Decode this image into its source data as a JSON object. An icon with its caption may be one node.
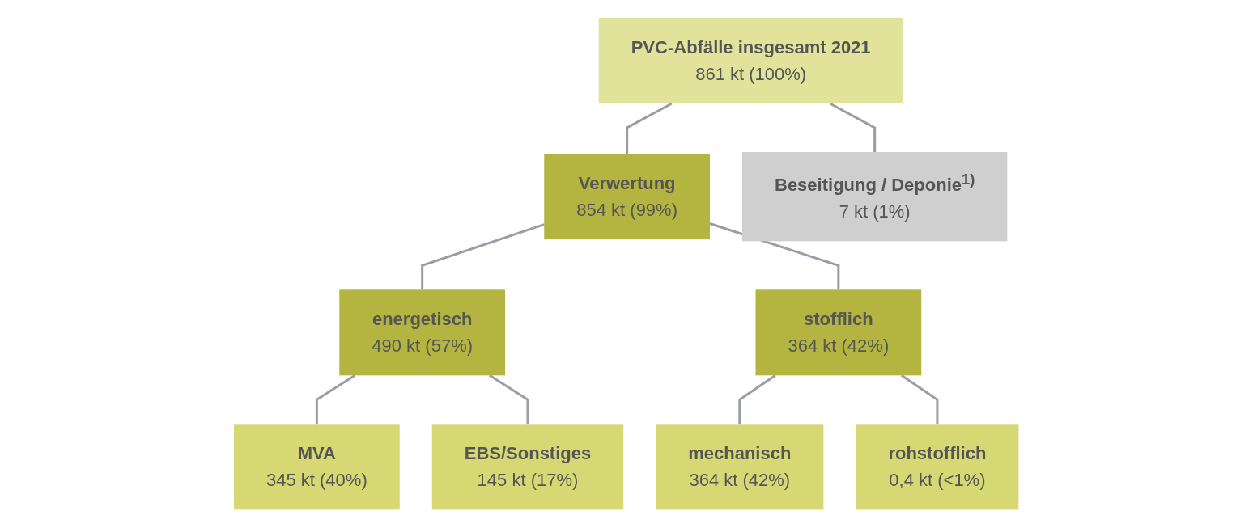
{
  "diagram": {
    "nodes": [
      {
        "text": [
          "PVC-Abfälle insgesamt 2021",
          "861 kt (100%)"
        ]
      },
      {
        "text": [
          "Verwertung",
          "854 kt (99%)"
        ]
      },
      {
        "text": [
          "Beseitigung / Deponie$^{1)}$",
          "7 kt (1%)"
        ]
      },
      {
        "text": [
          "energetisch",
          "490 kt (57%)"
        ]
      },
      {
        "text": [
          "stofflich",
          "364 kt (42%)"
        ]
      },
      {
        "text": [
          "MVA",
          "345 kt (40%)"
        ]
      },
      {
        "text": [
          "EBS/Sonstiges",
          "145 kt (17%)"
        ]
      },
      {
        "text": [
          "mechanisch",
          "364 kt (42%)"
        ]
      },
      {
        "text": [
          "rohstofflich",
          "0,4 kt (<1%)"
        ]
      }
    ],
    "edges": [
      {
        "from": 0,
        "to": 1,
        "arrow": "none"
      },
      {
        "from": 0,
        "to": 2,
        "arrow": "none"
      },
      {
        "from": 1,
        "to": 3,
        "arrow": "none"
      },
      {
        "from": 1,
        "to": 4,
        "arrow": "none"
      },
      {
        "from": 3,
        "to": 5,
        "arrow": "none"
      },
      {
        "from": 3,
        "to": 6,
        "arrow": "none"
      },
      {
        "from": 4,
        "to": 7,
        "arrow": "none"
      },
      {
        "from": 4,
        "to": 8,
        "arrow": "none"
      }
    ]
  }
}
